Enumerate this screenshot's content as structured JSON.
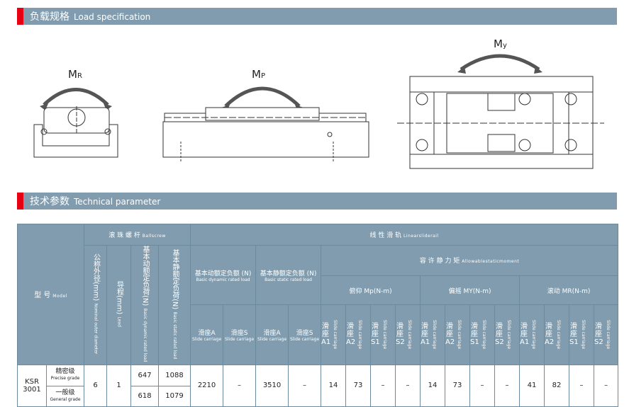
{
  "sections": {
    "load": {
      "zh": "负载规格",
      "en": "Load specification"
    },
    "tech": {
      "zh": "技术参数",
      "en": "Technical parameter"
    }
  },
  "diagram_labels": {
    "mr": "M",
    "mr_sub": "R",
    "mp": "M",
    "mp_sub": "P",
    "my": "M",
    "my_sub": "y"
  },
  "table": {
    "model": {
      "zh": "型 号",
      "en": "Model"
    },
    "ballscrew": {
      "zh": "滚 珠 螺 杆",
      "en": "Ballscrew"
    },
    "linear": {
      "zh": "线 性 滑 轨",
      "en": "Linearsliderail"
    },
    "diameter": {
      "zh": "公称外径(mm)",
      "en": "Nominal outer diameter"
    },
    "lead": {
      "zh": "导程(mm)",
      "en": "Lead"
    },
    "ball_dyn": {
      "zh": "基本动额定负荷(N)",
      "en": "Basic dynamic rated load"
    },
    "ball_sta": {
      "zh": "基本静额定负荷(N)",
      "en": "Basic static rated load"
    },
    "rail_dyn": {
      "zh": "基本动额定负额 (N)",
      "en": "Basic dynamic rated load"
    },
    "rail_sta": {
      "zh": "基本静额定负额 (N)",
      "en": "Basic static rated load"
    },
    "allowable": {
      "zh": "容 许 静 力 矩",
      "en": "Allowablestaticmoment"
    },
    "mp": "俯仰 Mp(N-m)",
    "my": "偏摇 MY(N-m)",
    "mr": "滚动 MR(N-m)",
    "slide_a": "滑座A",
    "slide_s": "滑座S",
    "slide_carriage": "Slide carriage",
    "slide_zh": "滑座",
    "sub_cols": [
      "A1",
      "A2",
      "S1",
      "S2"
    ],
    "row": {
      "model": "KSR 3001",
      "precise": {
        "zh": "精密级",
        "en": "Precise grade"
      },
      "general": {
        "zh": "一般级",
        "en": "General grade"
      },
      "diameter": "6",
      "lead": "1",
      "dyn_precise": "647",
      "sta_precise": "1088",
      "dyn_general": "618",
      "sta_general": "1079",
      "rail_dyn_a": "2210",
      "rail_dyn_s": "–",
      "rail_sta_a": "3510",
      "rail_sta_s": "–",
      "mp": [
        "14",
        "73",
        "–",
        "–"
      ],
      "my": [
        "14",
        "73",
        "–",
        "–"
      ],
      "mr": [
        "41",
        "82",
        "–",
        "–"
      ]
    }
  }
}
